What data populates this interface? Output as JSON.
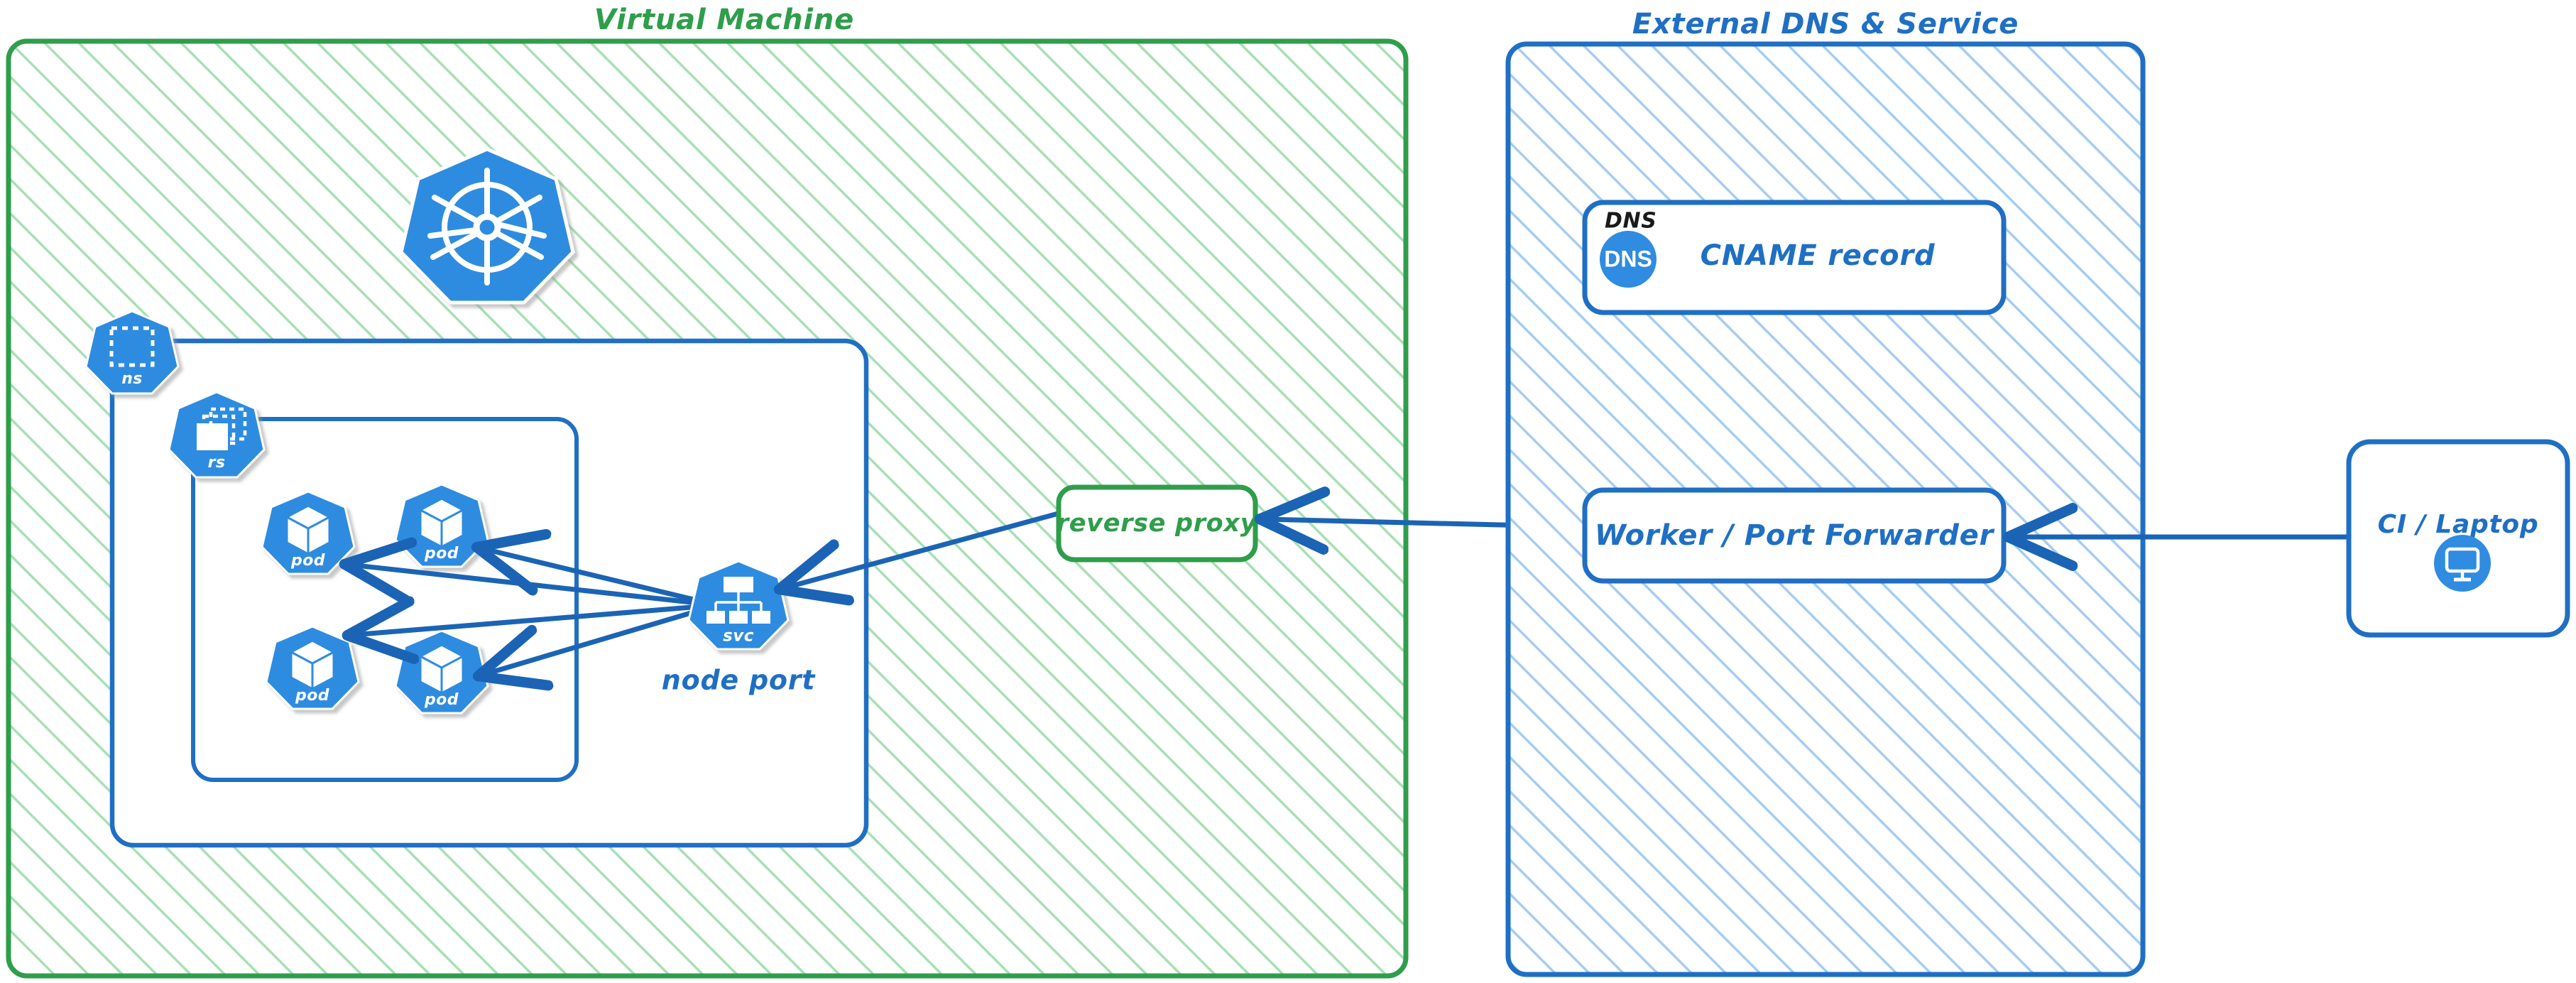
{
  "diagram": {
    "title_left": "Virtual Machine",
    "title_right": "External DNS & Service",
    "colors": {
      "green_stroke": "#2e9e4a",
      "green_hatch": "#a8e0b4",
      "green_text": "#2e9e4a",
      "blue_stroke": "#1f6fc4",
      "blue_hatch": "#a6cdf2",
      "blue_text": "#1f6fc4",
      "k8s_blue": "#2f8ce0",
      "arrow_blue": "#1b64b5",
      "black_text": "#1a1a1a",
      "white": "#ffffff"
    }
  },
  "vm_panel": {
    "label": "Virtual Machine",
    "namespace_badge": {
      "label": "ns",
      "icon": "namespace-icon"
    },
    "replicaset_badge": {
      "label": "rs",
      "icon": "replicaset-icon"
    },
    "k8s_logo": {
      "icon": "kubernetes-logo-icon",
      "label": ""
    },
    "pods": [
      {
        "label": "pod",
        "icon": "pod-icon"
      },
      {
        "label": "pod",
        "icon": "pod-icon"
      },
      {
        "label": "pod",
        "icon": "pod-icon"
      },
      {
        "label": "pod",
        "icon": "pod-icon"
      }
    ],
    "service": {
      "badge_label": "svc",
      "icon": "service-icon",
      "caption": "node port"
    },
    "reverse_proxy": {
      "label": "reverse proxy"
    }
  },
  "external_panel": {
    "label": "External DNS & Service",
    "dns_card": {
      "header": "DNS",
      "icon_label": "DNS",
      "icon": "dns-circle-icon",
      "body": "CNAME record"
    },
    "worker_card": {
      "label": "Worker / Port Forwarder"
    }
  },
  "client_panel": {
    "card": {
      "label": "CI / Laptop",
      "icon": "desktop-monitor-icon"
    }
  },
  "connections": [
    {
      "from": "svc",
      "to": "pod-1",
      "direction": "to-pod"
    },
    {
      "from": "svc",
      "to": "pod-2",
      "direction": "to-pod"
    },
    {
      "from": "svc",
      "to": "pod-3",
      "direction": "to-pod"
    },
    {
      "from": "svc",
      "to": "pod-4",
      "direction": "to-pod"
    },
    {
      "from": "reverse-proxy",
      "to": "svc",
      "direction": "to-svc"
    },
    {
      "from": "worker-port-forwarder",
      "to": "reverse-proxy",
      "direction": "to-reverse-proxy"
    },
    {
      "from": "ci-laptop",
      "to": "worker-port-forwarder",
      "direction": "to-worker"
    }
  ]
}
